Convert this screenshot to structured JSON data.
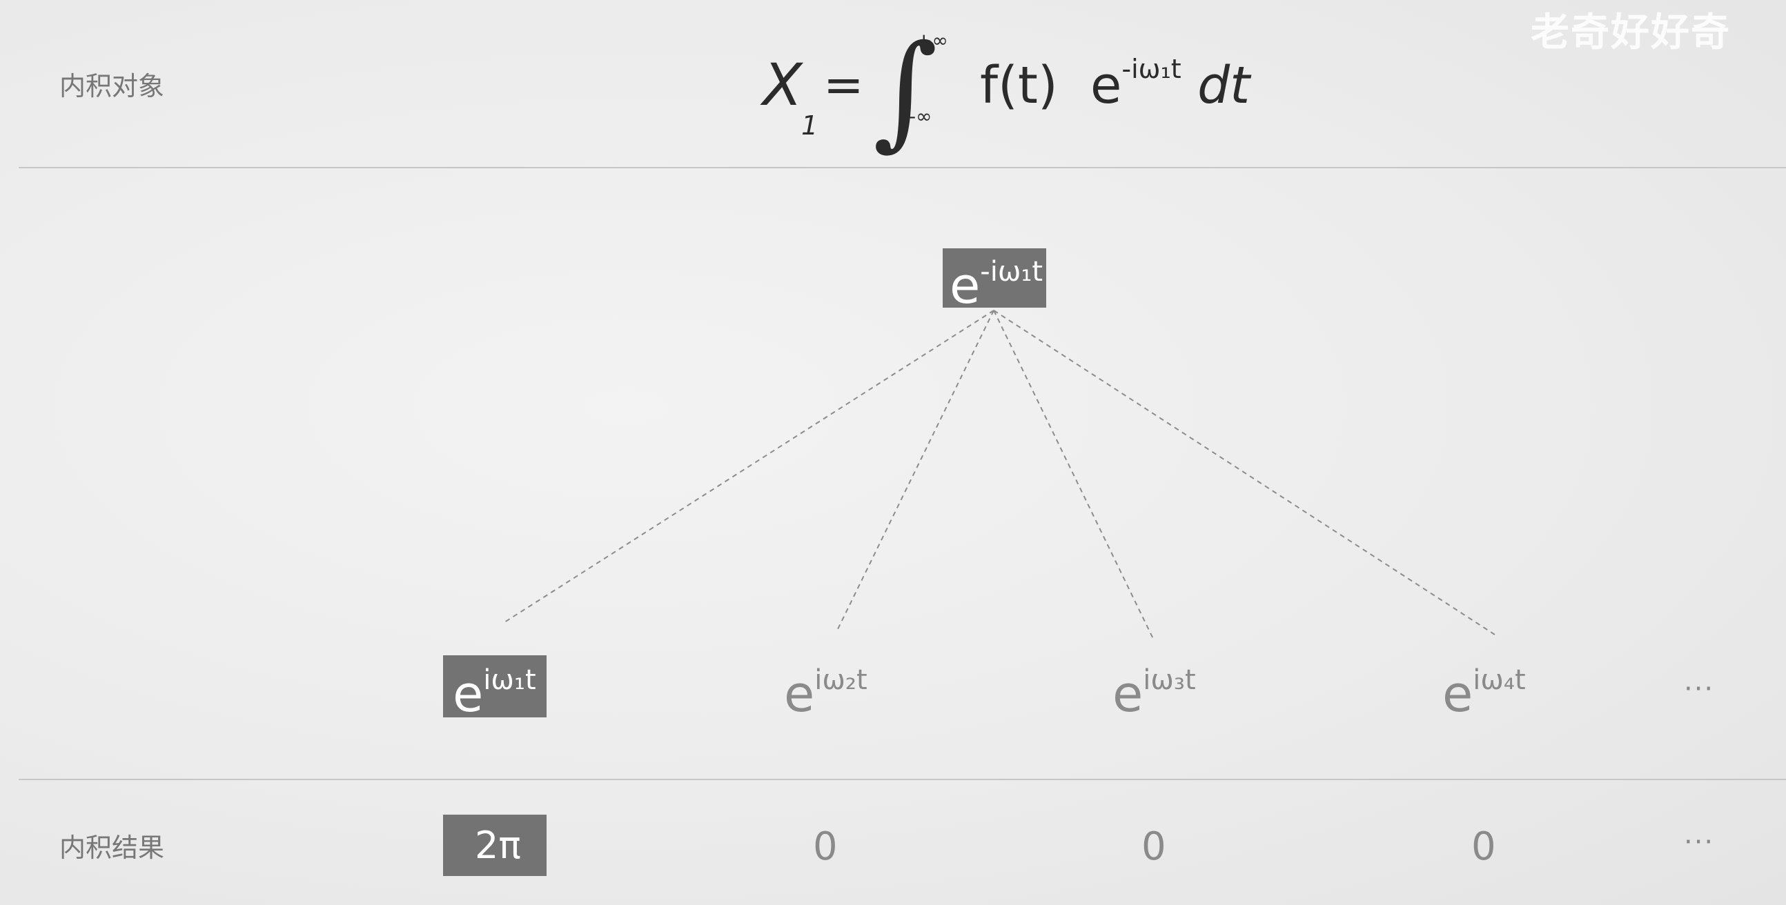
{
  "watermark": "老奇好好奇",
  "rows": {
    "top_label": "内积对象",
    "bottom_label": "内积结果"
  },
  "formula": {
    "lhs": "X",
    "lhs_sub": "1",
    "equals": "=",
    "integral": "∫",
    "upper_limit": "+∞",
    "lower_limit": "-∞",
    "integrand": "f(t)",
    "exp_base": "e",
    "exp_power": "-iω₁t",
    "differential": "dt"
  },
  "center_node": {
    "base": "e",
    "power": "-iω₁t"
  },
  "basis": [
    {
      "base": "e",
      "power": "iω₁t",
      "highlighted": true
    },
    {
      "base": "e",
      "power": "iω₂t",
      "highlighted": false
    },
    {
      "base": "e",
      "power": "iω₃t",
      "highlighted": false
    },
    {
      "base": "e",
      "power": "iω₄t",
      "highlighted": false
    }
  ],
  "basis_ellipsis": "···",
  "results": [
    {
      "value": "2π",
      "highlighted": true
    },
    {
      "value": "0",
      "highlighted": false
    },
    {
      "value": "0",
      "highlighted": false
    },
    {
      "value": "0",
      "highlighted": false
    }
  ],
  "results_ellipsis": "···",
  "colors": {
    "highlight_box": "#737373",
    "highlight_text": "#ffffff",
    "muted_text": "#8a8a8a",
    "divider": "#c6c6c6"
  }
}
